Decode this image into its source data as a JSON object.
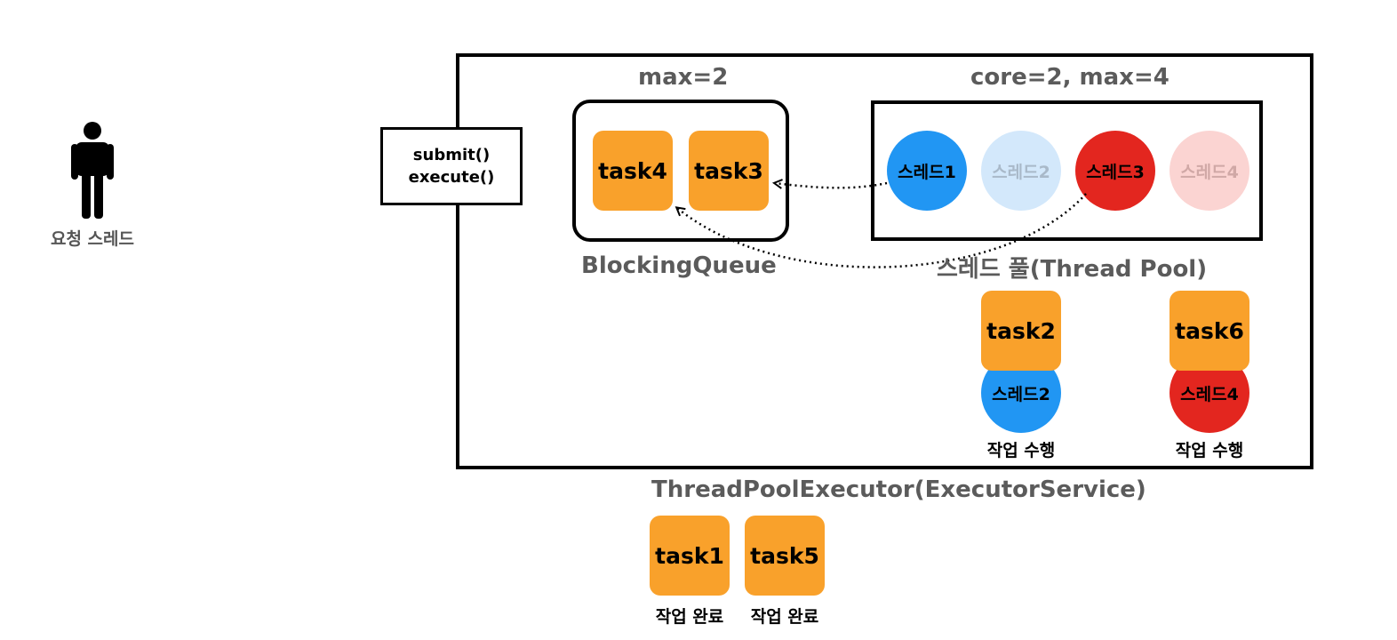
{
  "client": {
    "label": "요청 스레드",
    "icon": "person-icon"
  },
  "api": {
    "line1": "submit()",
    "line2": "execute()"
  },
  "queue": {
    "caption_top": "max=2",
    "name": "BlockingQueue",
    "tasks": [
      "task4",
      "task3"
    ]
  },
  "pool": {
    "caption_top": "core=2, max=4",
    "name": "스레드 풀(Thread Pool)",
    "threads": [
      {
        "label": "스레드1",
        "state": "active-blue"
      },
      {
        "label": "스레드2",
        "state": "faded-blue"
      },
      {
        "label": "스레드3",
        "state": "active-red"
      },
      {
        "label": "스레드4",
        "state": "faded-red"
      }
    ]
  },
  "running": [
    {
      "task": "task2",
      "thread": "스레드2",
      "status": "작업 수행"
    },
    {
      "task": "task6",
      "thread": "스레드4",
      "status": "작업 수행"
    }
  ],
  "executor": {
    "name": "ThreadPoolExecutor(ExecutorService)"
  },
  "completed": [
    {
      "task": "task1",
      "status": "작업 완료"
    },
    {
      "task": "task5",
      "status": "작업 완료"
    }
  ],
  "colors": {
    "task": "#f9a12b",
    "blue": "#2196f3",
    "blue_faded": "#d3e8fb",
    "red": "#e3261f",
    "red_faded": "#fbd4d2",
    "caption": "#5b5b5b"
  }
}
